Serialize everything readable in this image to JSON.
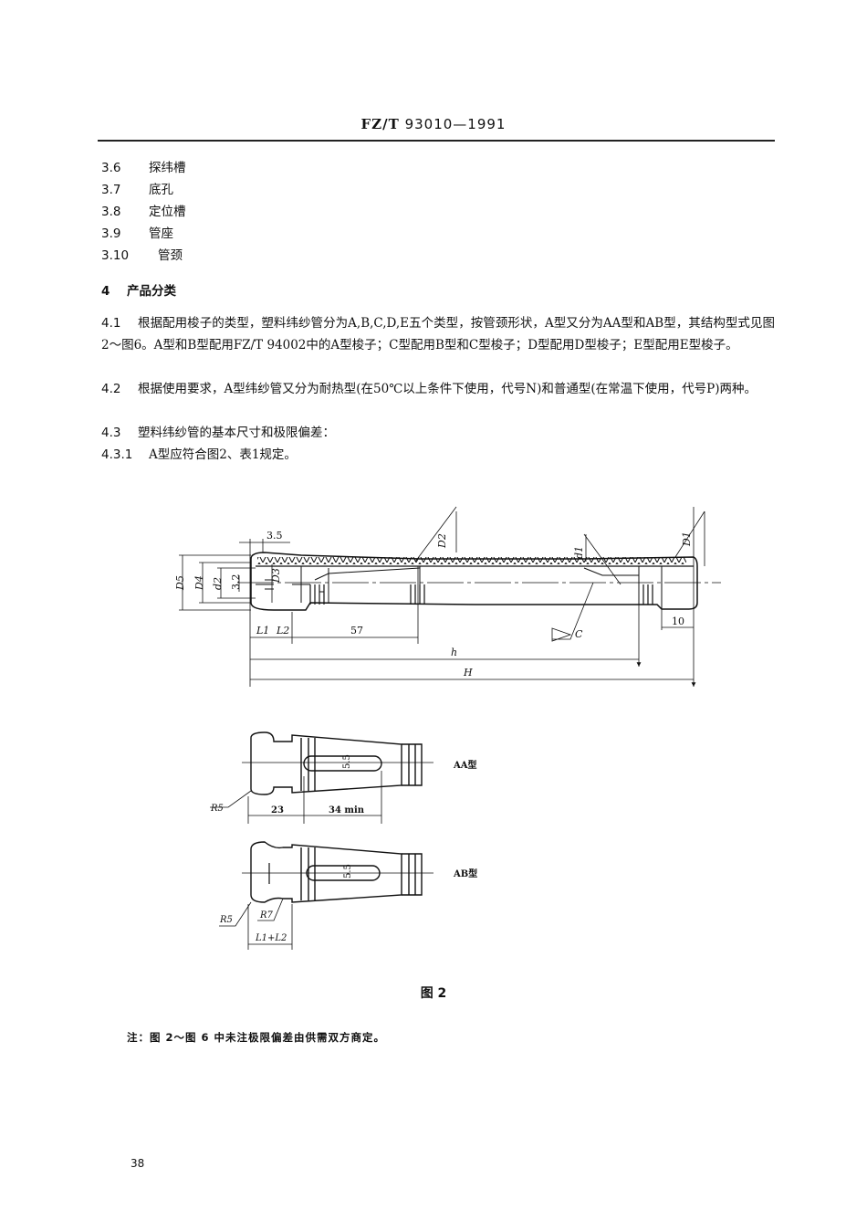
{
  "header": {
    "standard": "FZ/T",
    "number": "93010—1991"
  },
  "terms": [
    {
      "num": "3.6",
      "label": "探纬槽"
    },
    {
      "num": "3.7",
      "label": "底孔"
    },
    {
      "num": "3.8",
      "label": "定位槽"
    },
    {
      "num": "3.9",
      "label": "管座"
    },
    {
      "num": "3.10",
      "label": "管颈"
    }
  ],
  "section4": {
    "num": "4",
    "title": "产品分类"
  },
  "clauses": [
    {
      "num": "4.1",
      "text": "根据配用梭子的类型，塑料纬纱管分为A,B,C,D,E五个类型，按管颈形状，A型又分为AA型和AB型，其结构型式见图2～图6。A型和B型配用FZ/T 94002中的A型梭子；C型配用B型和C型梭子；D型配用D型梭子；E型配用E型梭子。"
    },
    {
      "num": "4.2",
      "text": "根据使用要求，A型纬纱管又分为耐热型(在50℃以上条件下使用，代号N)和普通型(在常温下使用，代号P)两种。"
    },
    {
      "num": "4.3",
      "text": "塑料纬纱管的基本尺寸和极限偏差："
    },
    {
      "num": "4.3.1",
      "text": "A型应符合图2、表1规定。"
    }
  ],
  "figure": {
    "main_labels": {
      "dim_3_5": "3.5",
      "D5": "D5",
      "D4": "D4",
      "d2": "d2",
      "dim_3_2": "3.2",
      "D3": "D3",
      "L1": "L1",
      "L2": "L2",
      "dim_57": "57",
      "D2": "D2",
      "d1": "d1",
      "D1": "D1",
      "dim_10": "10",
      "h": "h",
      "H": "H",
      "C": "C"
    },
    "aa": {
      "label": "AA型",
      "r5": "R5",
      "dim_23": "23",
      "dim_34": "34 min",
      "dim_5_5": "5.5"
    },
    "ab": {
      "label": "AB型",
      "r5": "R5",
      "r7": "R7",
      "l1l2": "L1+L2",
      "dim_5_5": "5.5"
    },
    "caption": "图 2"
  },
  "note": "注：图 2～图 6 中未注极限偏差由供需双方商定。",
  "page_number": "38"
}
